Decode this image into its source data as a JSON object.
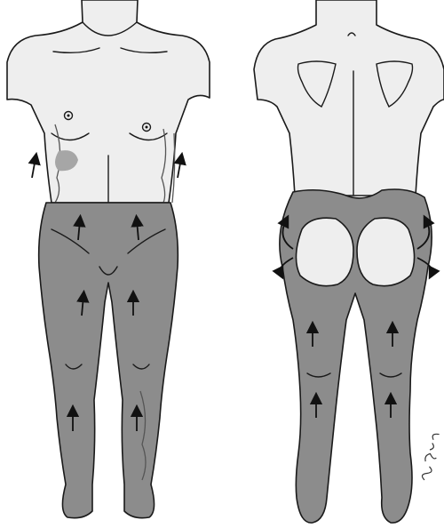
{
  "figure": {
    "views": [
      "anterior",
      "posterior"
    ],
    "shade_color": "#8c8c8c",
    "body_color": "#eeeeee",
    "outline_color": "#1a1a1a",
    "arrow_direction": "up",
    "signature_text": "H. Suzuki"
  }
}
